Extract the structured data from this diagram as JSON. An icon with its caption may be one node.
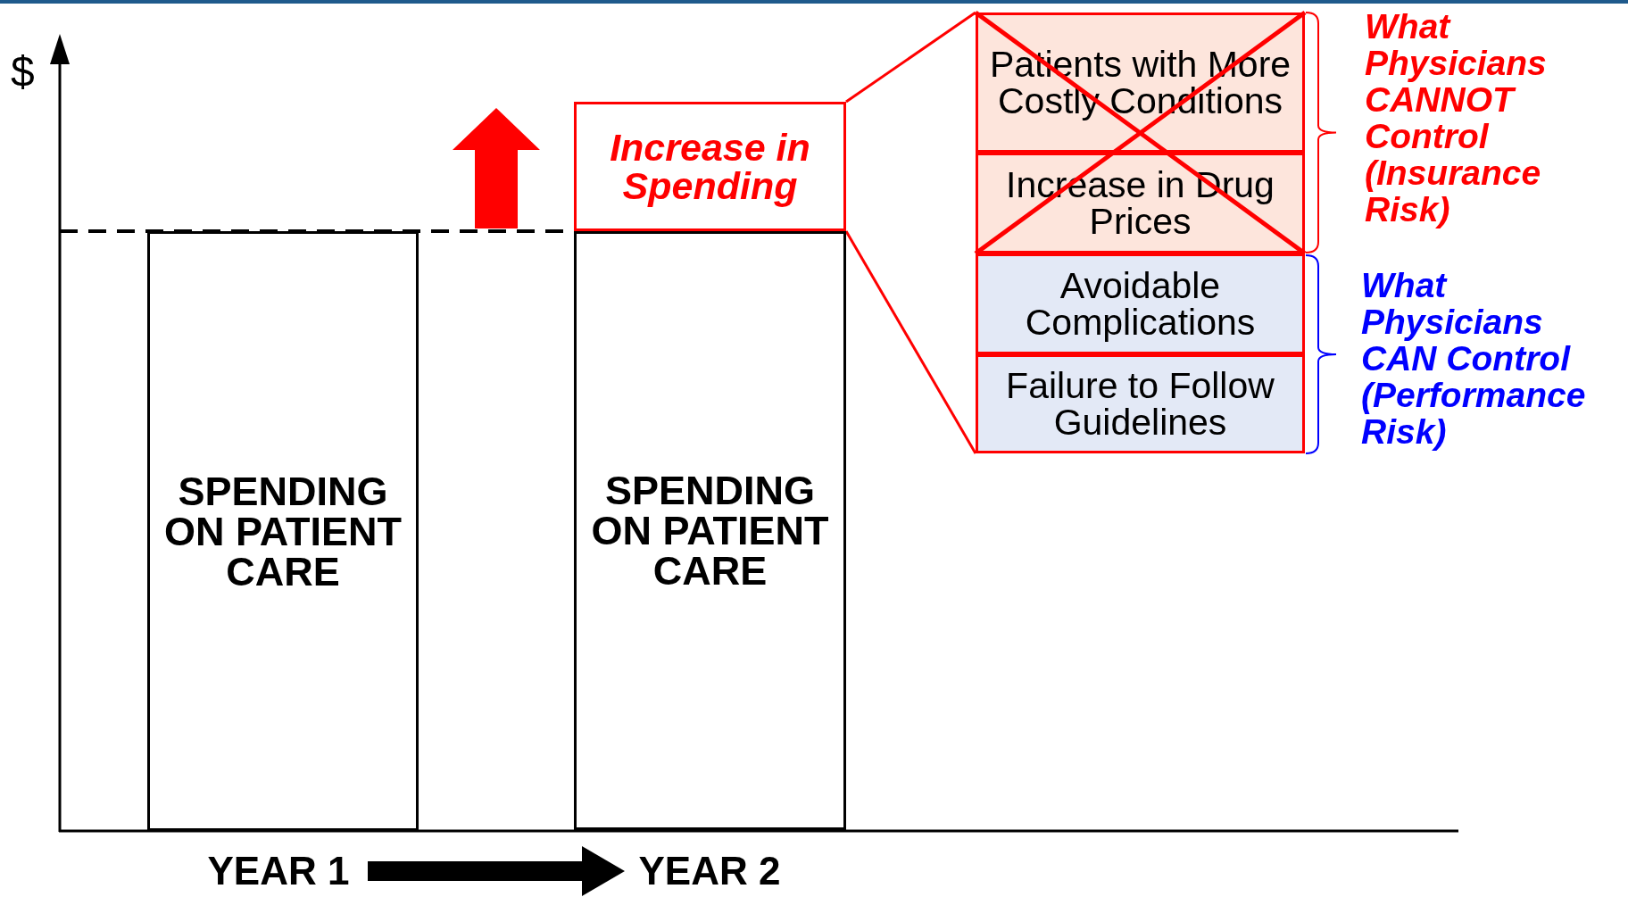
{
  "diagram": {
    "nodes": [
      {
        "text": [
          "SPENDING ON PATIENT CARE"
        ]
      },
      {
        "text": [
          "SPENDING ON PATIENT CARE"
        ]
      },
      {
        "text": [
          "Increase in Spending"
        ]
      },
      {
        "text": [
          "Patients with More Costly Conditions"
        ]
      },
      {
        "text": [
          "Increase in Drug Prices"
        ]
      },
      {
        "text": [
          "Avoidable Complications"
        ]
      },
      {
        "text": [
          "Failure to Follow Guidelines"
        ]
      },
      {
        "text": [
          "YEAR 1"
        ]
      },
      {
        "text": [
          "YEAR 2"
        ]
      }
    ],
    "edges": [
      {
        "from": 7,
        "to": 8,
        "arrow": "to",
        "style": "thick",
        "color": "#000000"
      },
      {
        "from": 2,
        "to": 3,
        "arrow": "none",
        "color": "#ff0000"
      },
      {
        "from": 2,
        "to": 6,
        "arrow": "none",
        "color": "#ff0000"
      }
    ],
    "labels": [
      "$",
      "What Physicians CANNOT Control (Insurance Risk)",
      "What Physicians CAN Control (Performance Risk)"
    ]
  }
}
